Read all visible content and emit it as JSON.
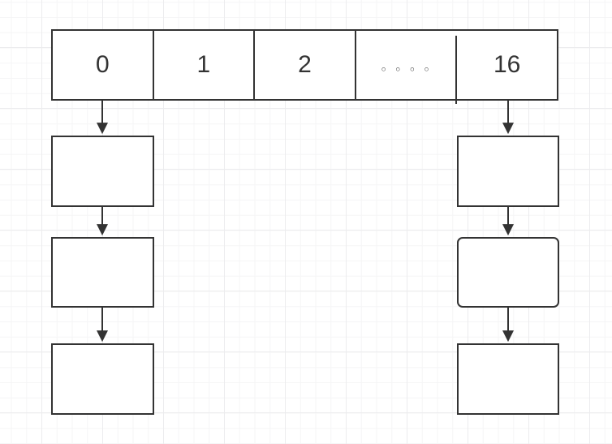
{
  "diagram": {
    "type": "hash-table-with-chaining",
    "array": {
      "cells": [
        {
          "label": "0"
        },
        {
          "label": "1"
        },
        {
          "label": "2"
        },
        {
          "label": "◦ ◦ ◦ ◦"
        },
        {
          "label": "16"
        }
      ]
    },
    "chains": [
      {
        "bucket": "0",
        "node_count": 3,
        "node_labels": [
          "",
          "",
          ""
        ]
      },
      {
        "bucket": "16",
        "node_count": 3,
        "node_labels": [
          "",
          "",
          ""
        ]
      }
    ],
    "colors": {
      "stroke": "#333333",
      "shape_fill": "#ffffff",
      "text": "#333333",
      "background": "#ffffff",
      "grid_minor": "#f5f5f6",
      "grid_major": "#ececee"
    }
  }
}
